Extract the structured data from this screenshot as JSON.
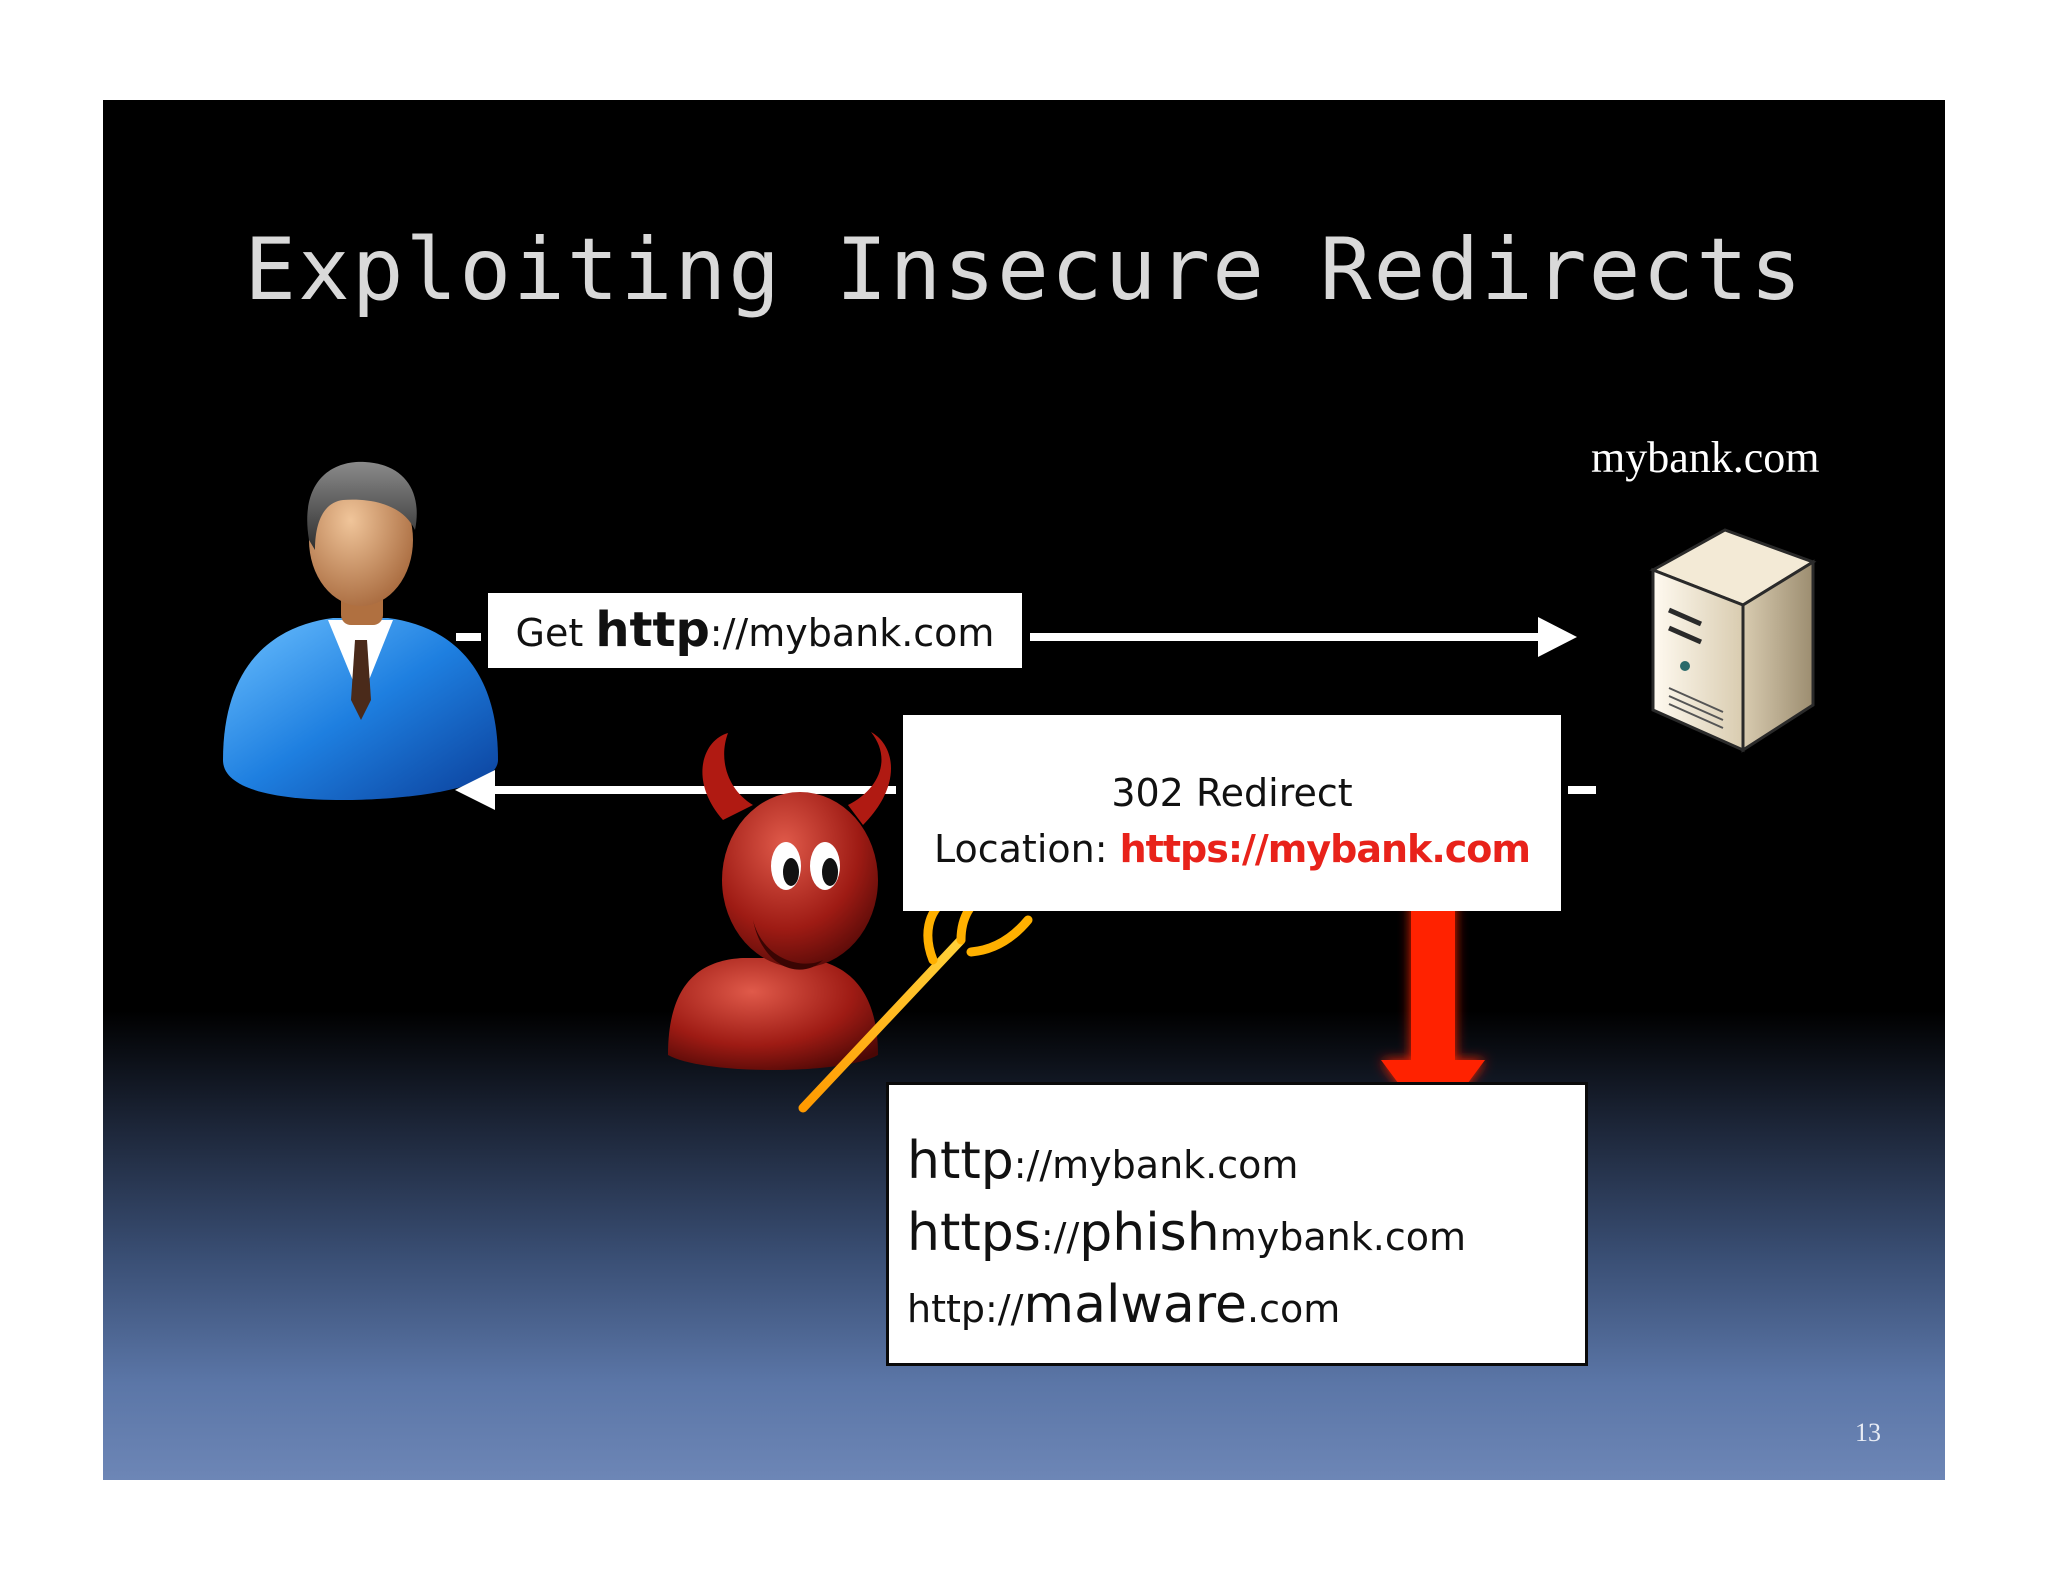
{
  "slide": {
    "title": "Exploiting Insecure Redirects",
    "page_number": "13"
  },
  "server": {
    "label": "mybank.com",
    "icon": "server-icon"
  },
  "user": {
    "icon": "user-icon"
  },
  "attacker": {
    "icon": "devil-icon"
  },
  "request": {
    "method": "Get",
    "protocol": "http",
    "rest": "://mybank.com"
  },
  "response": {
    "status": "302 Redirect",
    "location_label": "Location:",
    "location_url": "https://mybank.com"
  },
  "attack_targets": [
    {
      "proto": "http",
      "rest": "://mybank.com"
    },
    {
      "proto": "https",
      "sep": "://",
      "phish": "phish",
      "rest": "mybank.com"
    },
    {
      "proto": "http://",
      "host": "malware",
      "rest": ".com"
    }
  ],
  "colors": {
    "location_url": "#e8221a",
    "attack_arrow": "#ff2200",
    "user_suit": "#1e7fe0"
  }
}
